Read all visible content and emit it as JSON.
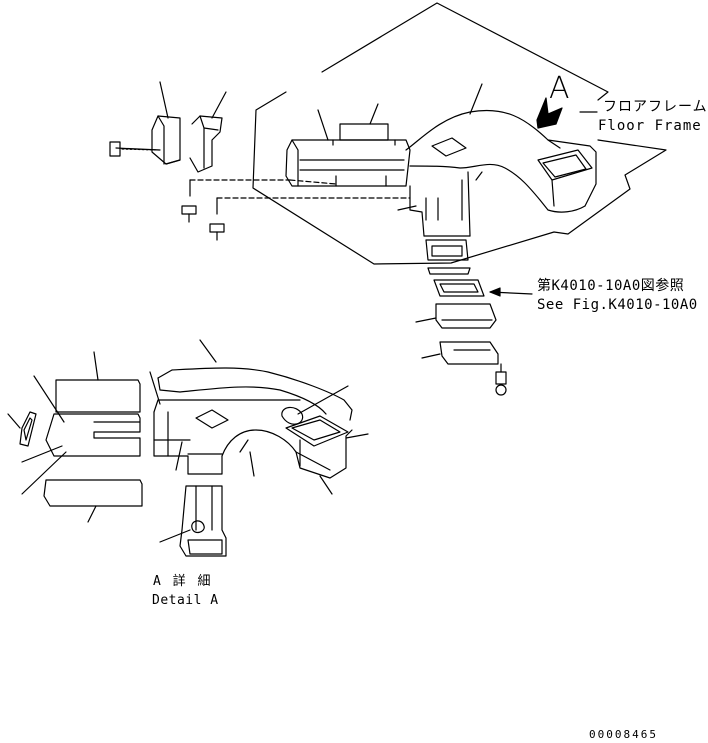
{
  "labels": {
    "floor_frame_jp": "フロアフレーム",
    "floor_frame_en": "Floor Frame",
    "view_letter": "A",
    "reference_jp": "第K4010-10A0図参照",
    "reference_en": "See Fig.K4010-10A0",
    "detail_jp": "A 詳 細",
    "detail_en": "Detail A",
    "drawing_code": "00008465"
  },
  "colors": {
    "line": "#000000",
    "background": "#ffffff"
  }
}
